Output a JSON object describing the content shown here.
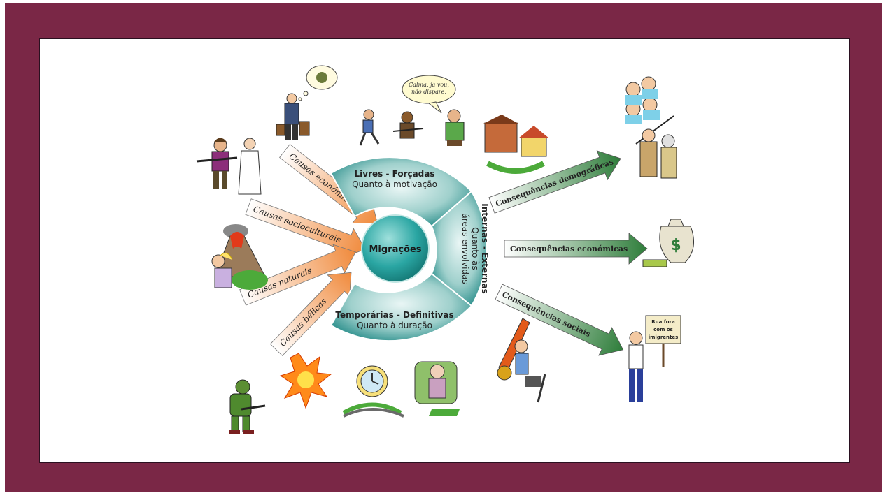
{
  "diagram": {
    "center": "Migrações",
    "segments": {
      "top": {
        "title": "Livres  -  Forçadas",
        "subtitle": "Quanto à motivação"
      },
      "bottom": {
        "title": "Temporárias  -  Definitivas",
        "subtitle": "Quanto à duração"
      },
      "right": {
        "title": "Internas  -  Externas",
        "subtitle_line1": "Quanto às",
        "subtitle_line2": "áreas envolvidas"
      }
    },
    "causes": {
      "economicas": "Causas económicas",
      "socioculturais": "Causas socioculturais",
      "naturais": "Causas naturais",
      "belicas": "Causas bélicas"
    },
    "consequences": {
      "demograficas": "Consequências demográficas",
      "economicas": "Consequências económicas",
      "sociais": "Consequências sociais"
    },
    "speech_bubble": {
      "line1": "Calma, já vou,",
      "line2": "não dispare."
    },
    "protest_sign": {
      "line1": "Rua fora",
      "line2": "com os",
      "line3": "imigrentes"
    }
  },
  "colors": {
    "frame": "#7a2746",
    "teal": "#2a9a9a",
    "orange_arrow": "#f08a3c",
    "green_arrow": "#2e7d3a"
  },
  "icons": [
    "money-bag-thought-icon",
    "traveler-icon",
    "fighter-and-pope-icon",
    "volcano-icon",
    "soldier-icon",
    "explosion-icon",
    "running-people-icon",
    "houses-icon",
    "elderly-couple-icon",
    "money-bag-icon",
    "protester-icon",
    "construction-worker-icon",
    "clock-icon",
    "elderly-woman-icon"
  ]
}
